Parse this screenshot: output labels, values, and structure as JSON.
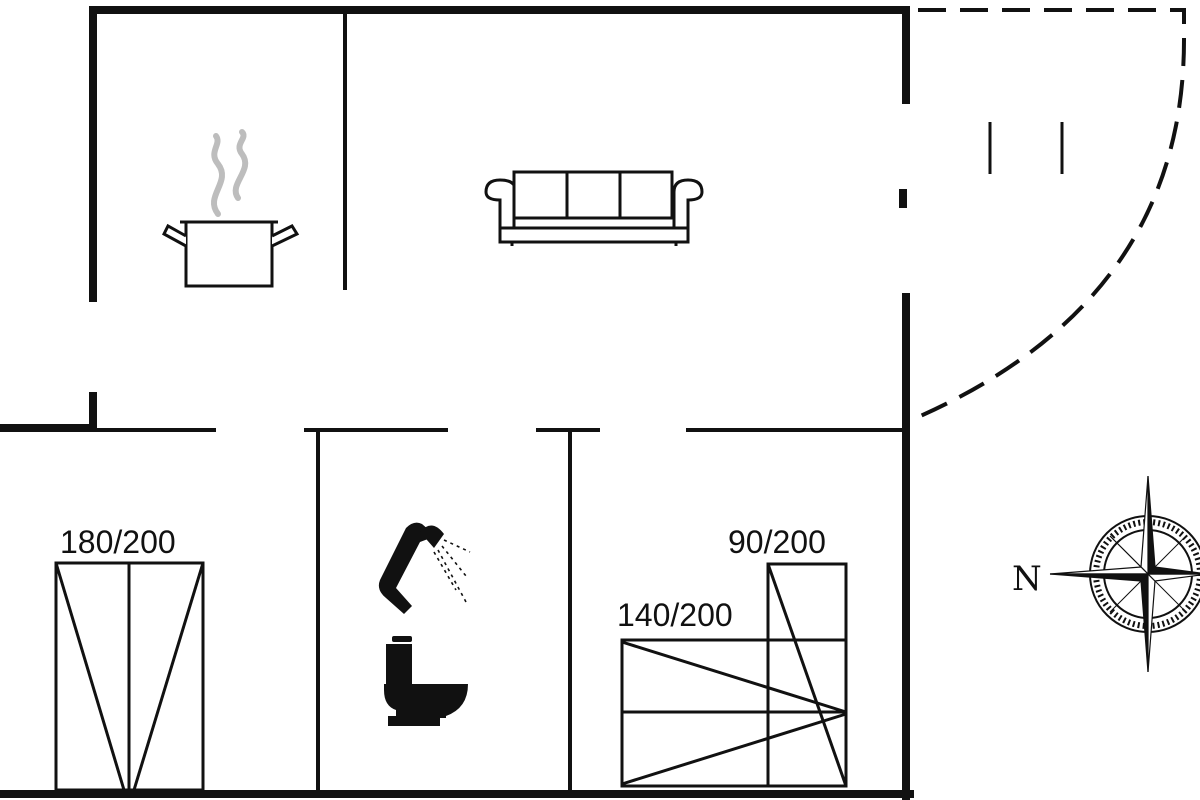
{
  "floor_plan": {
    "rooms": [
      {
        "room": "kitchen",
        "icon": "cooking-pot-icon"
      },
      {
        "room": "living-room",
        "icon": "sofa-icon"
      },
      {
        "room": "bedroom-1",
        "bed_label": "180/200"
      },
      {
        "room": "bathroom",
        "icons": [
          "shower-icon",
          "toilet-icon"
        ]
      },
      {
        "room": "bedroom-2",
        "bed_labels": [
          "90/200",
          "140/200"
        ]
      }
    ],
    "bed_labels": {
      "bedroom_1_double": "180/200",
      "bedroom_2_single": "90/200",
      "bedroom_2_double": "140/200"
    },
    "compass": {
      "north_label": "N",
      "icon": "compass-rose-icon"
    },
    "colors": {
      "wall": "#111111",
      "steam": "#bdbdbd",
      "background": "#ffffff"
    }
  }
}
